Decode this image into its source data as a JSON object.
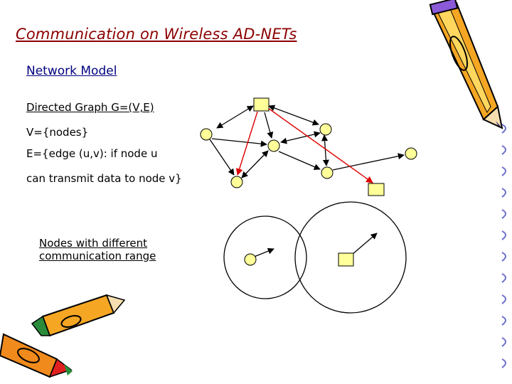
{
  "title": "Communication on Wireless AD-NETs",
  "subtitle": "Network Model",
  "body": {
    "line1": "Directed Graph G=(V,E)",
    "line2": "V={nodes}",
    "line3": "E={edge (u,v): if node u",
    "line4": "can transmit data to node v}"
  },
  "caption": {
    "line1": "Nodes with different",
    "line2": "communication range"
  },
  "colors": {
    "title": "#8b0000",
    "subtitle": "#000080",
    "node_fill": "#ffff99",
    "highlight_edge": "#dd0000",
    "edge": "#000000"
  },
  "icons": [
    "pencil-icon",
    "crayon-icon",
    "crayon-icon",
    "notebook-binding-icon"
  ]
}
